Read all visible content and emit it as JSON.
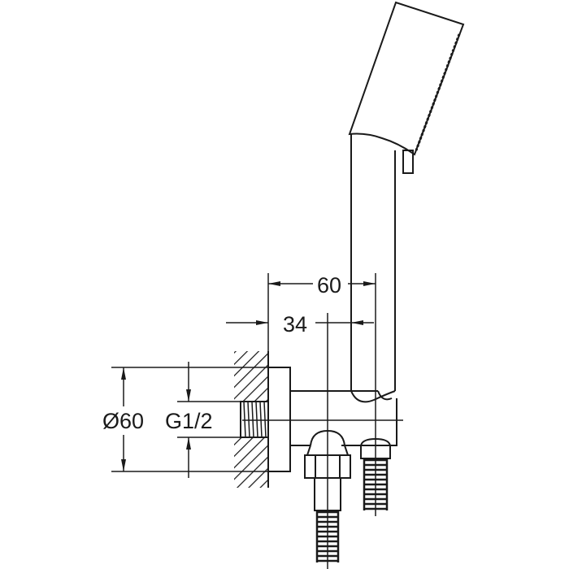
{
  "diagram": {
    "type": "technical-drawing",
    "subject": "wall-mounted hand shower holder with water outlet",
    "line_color": "#1a1a1a",
    "hatch_color": "#1a1a1a",
    "background": "#ffffff"
  },
  "dimensions": {
    "horizontal_outer": {
      "label": "60"
    },
    "horizontal_inner": {
      "label": "34"
    },
    "flange_diameter": {
      "label": "Ø60"
    },
    "thread_size": {
      "label": "G1/2"
    }
  },
  "components": [
    {
      "name": "hand-shower-head"
    },
    {
      "name": "shower-handle"
    },
    {
      "name": "wall-flange"
    },
    {
      "name": "wall-section-hatched"
    },
    {
      "name": "threaded-connection"
    },
    {
      "name": "hex-nut-inlet"
    },
    {
      "name": "hose-outlet"
    },
    {
      "name": "flexible-hose"
    }
  ]
}
